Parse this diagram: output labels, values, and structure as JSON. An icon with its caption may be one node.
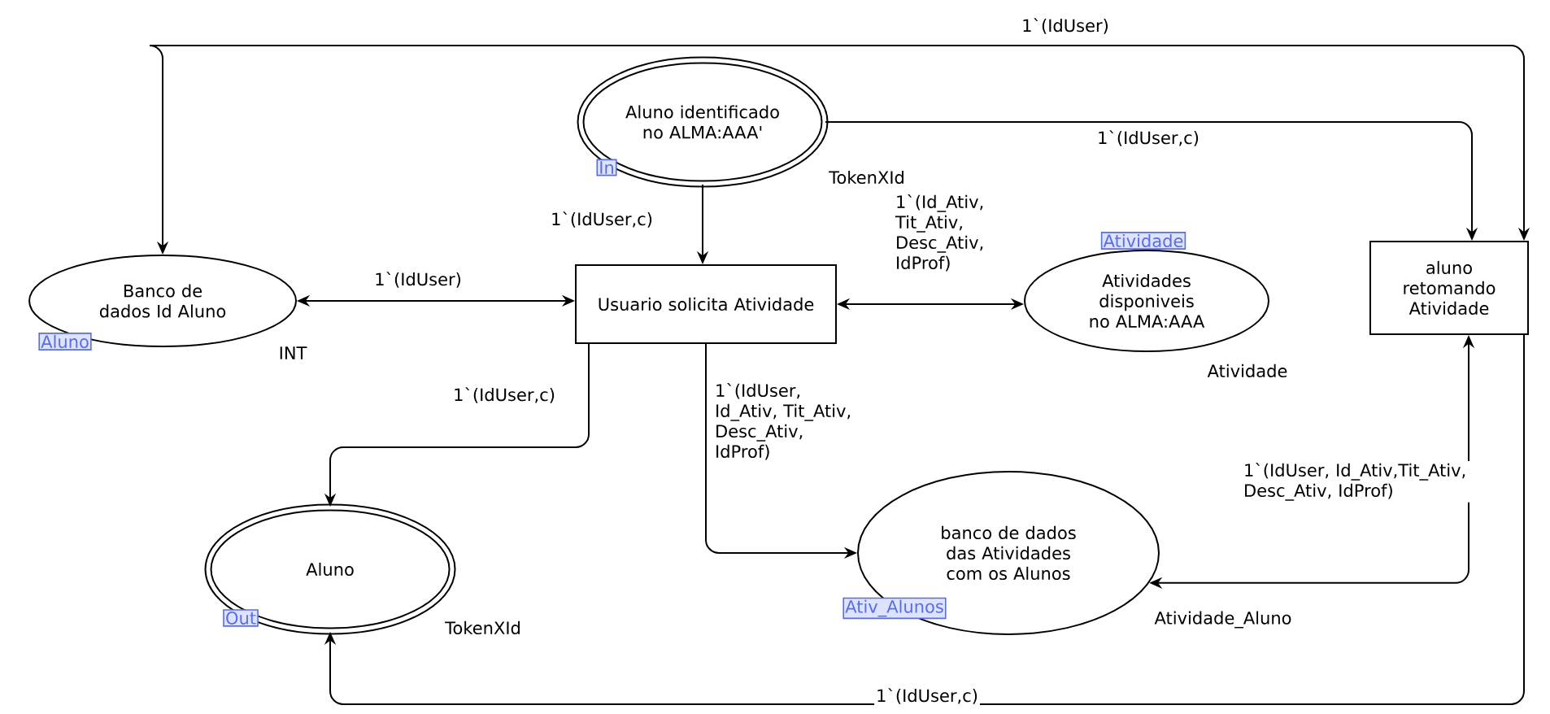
{
  "diagram": {
    "nodes": [
      {
        "text": [
          "Aluno identificado no ALMA:AAA'"
        ],
        "beside": [
          "In",
          "TokenXId"
        ]
      },
      {
        "text": [
          "Banco de dados Id Aluno"
        ],
        "beside": [
          "Aluno",
          "INT"
        ]
      },
      {
        "text": [
          "Usuario solicita Atividade"
        ]
      },
      {
        "text": [
          "Atividades disponiveis no ALMA:AAA"
        ],
        "beside": [
          "Atividade",
          "Atividade"
        ]
      },
      {
        "text": [
          "aluno retomando Atividade"
        ]
      },
      {
        "text": [
          "Aluno"
        ],
        "beside": [
          "Out",
          "TokenXId"
        ]
      },
      {
        "text": [
          "banco de dados das Atividades com os Alunos"
        ],
        "beside": [
          "Ativ_Alunos",
          "Atividade_Aluno"
        ]
      }
    ],
    "edges": [
      {
        "from": 0,
        "to": 2,
        "arrow": "to",
        "label": "1`(IdUser,c)"
      },
      {
        "from": 0,
        "to": 4,
        "arrow": "to",
        "label": "1`(IdUser,c)"
      },
      {
        "from": 4,
        "to": 1,
        "arrow": "both",
        "label": "1`(IdUser)"
      },
      {
        "from": 1,
        "to": 2,
        "arrow": "both",
        "label": "1`(IdUser)"
      },
      {
        "from": 2,
        "to": 3,
        "arrow": "both",
        "label": "1`(Id_Ativ, Tit_Ativ, Desc_Ativ, IdProf)"
      },
      {
        "from": 2,
        "to": 5,
        "arrow": "to",
        "label": "1`(IdUser,c)"
      },
      {
        "from": 2,
        "to": 6,
        "arrow": "to",
        "label": "1`(IdUser, Id_Ativ, Tit_Ativ, Desc_Ativ, IdProf)"
      },
      {
        "from": 4,
        "to": 6,
        "arrow": "both",
        "label": "1`(IdUser, Id_Ativ,Tit_Ativ, Desc_Ativ, IdProf)"
      },
      {
        "from": 4,
        "to": 5,
        "arrow": "to",
        "label": "1`(IdUser,c)"
      }
    ]
  }
}
